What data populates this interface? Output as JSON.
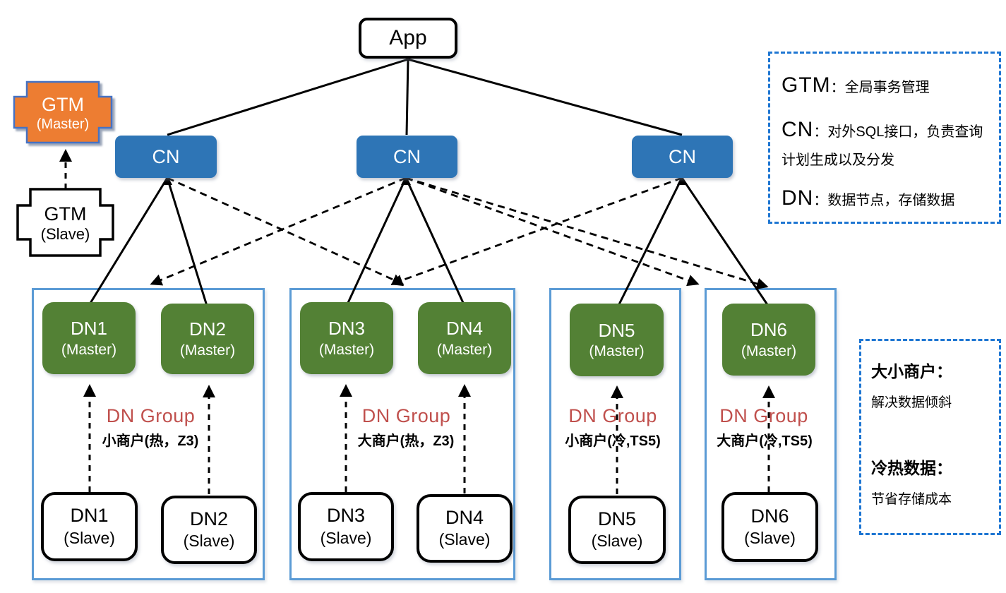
{
  "diagram": {
    "app": {
      "label": "App"
    },
    "gtm_master": {
      "line1": "GTM",
      "line2": "(Master)"
    },
    "gtm_slave": {
      "line1": "GTM",
      "line2": "(Slave)"
    },
    "cn_nodes": [
      {
        "label": "CN"
      },
      {
        "label": "CN"
      },
      {
        "label": "CN"
      }
    ],
    "groups": [
      {
        "group_label": "DN Group",
        "subtitle": "小商户(热，Z3)",
        "masters": [
          {
            "line1": "DN1",
            "line2": "(Master)"
          },
          {
            "line1": "DN2",
            "line2": "(Master)"
          }
        ],
        "slaves": [
          {
            "line1": "DN1",
            "line2": "(Slave)"
          },
          {
            "line1": "DN2",
            "line2": "(Slave)"
          }
        ]
      },
      {
        "group_label": "DN Group",
        "subtitle": "大商户(热，Z3)",
        "masters": [
          {
            "line1": "DN3",
            "line2": "(Master)"
          },
          {
            "line1": "DN4",
            "line2": "(Master)"
          }
        ],
        "slaves": [
          {
            "line1": "DN3",
            "line2": "(Slave)"
          },
          {
            "line1": "DN4",
            "line2": "(Slave)"
          }
        ]
      },
      {
        "group_label": "DN Group",
        "subtitle": "小商户(冷,TS5)",
        "masters": [
          {
            "line1": "DN5",
            "line2": "(Master)"
          }
        ],
        "slaves": [
          {
            "line1": "DN5",
            "line2": "(Slave)"
          }
        ]
      },
      {
        "group_label": "DN Group",
        "subtitle": "大商户(冷,TS5)",
        "masters": [
          {
            "line1": "DN6",
            "line2": "(Master)"
          }
        ],
        "slaves": [
          {
            "line1": "DN6",
            "line2": "(Slave)"
          }
        ]
      }
    ],
    "legend_node_types": {
      "items": [
        {
          "term": "GTM",
          "desc": "：全局事务管理"
        },
        {
          "term": "CN",
          "desc": "：对外SQL接口，负责查询计划生成以及分发"
        },
        {
          "term": "DN",
          "desc": "：数据节点，存储数据"
        }
      ]
    },
    "legend_features": {
      "items": [
        {
          "title": "大小商户：",
          "desc": "解决数据倾斜"
        },
        {
          "title": "冷热数据：",
          "desc": "节省存储成本"
        }
      ]
    },
    "colors": {
      "gtm_orange": "#ED7D31",
      "gtm_border_blue": "#4472C4",
      "cn_blue": "#2E75B6",
      "dn_green": "#538135",
      "group_border_blue": "#5B9BD5",
      "legend_border_blue": "#1E76D2",
      "dn_group_red": "#C0504D",
      "line_black": "#000000"
    }
  }
}
